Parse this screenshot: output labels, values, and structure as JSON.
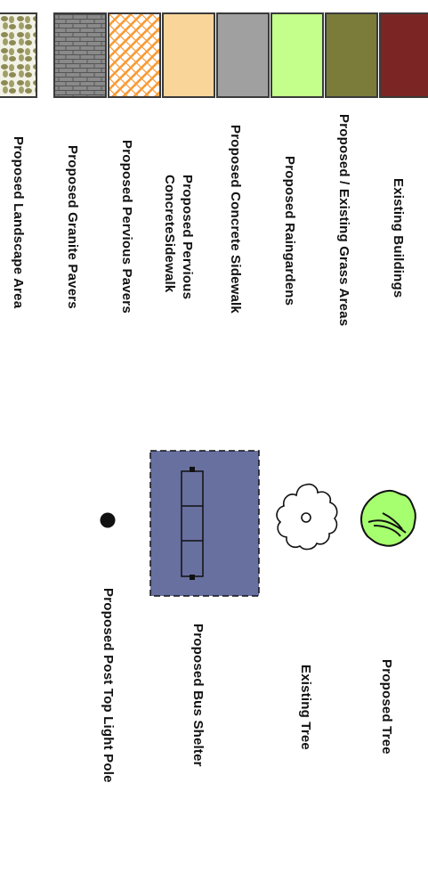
{
  "legend": {
    "existing_buildings": {
      "label": "Existing Buildings",
      "color": "#7b2525"
    },
    "grass_areas": {
      "label": "Proposed / Existing Grass Areas",
      "color": "#7b7b3a"
    },
    "raingardens": {
      "label": "Proposed Raingardens",
      "color": "#c3ff8a"
    },
    "concrete_sidewalk": {
      "label": "Proposed Concrete Sidewalk",
      "color": "#a0a0a0"
    },
    "pervious_sidewalk": {
      "label": "Proposed Pervious\nConcreteSidewalk",
      "color": "#fad59a"
    },
    "pervious_pavers": {
      "label": "Proposed Pervious Pavers",
      "color": "#f79b38"
    },
    "granite_pavers": {
      "label": "Proposed Granite Pavers",
      "color": "#8a8a8a"
    },
    "landscape_area": {
      "label": "Proposed Landscape Area",
      "color": "#8c8a55"
    },
    "proposed_tree": {
      "label": "Proposed Tree",
      "icon": "tree-canopy-icon",
      "color": "#a6ff6e"
    },
    "existing_tree": {
      "label": "Existing Tree",
      "icon": "cloud-tree-icon"
    },
    "bus_shelter": {
      "label": "Proposed Bus Shelter",
      "icon": "bus-shelter-icon",
      "color": "#6870a0"
    },
    "light_pole": {
      "label": "Proposed Post Top Light Pole",
      "icon": "light-pole-dot-icon",
      "color": "#111111"
    }
  }
}
